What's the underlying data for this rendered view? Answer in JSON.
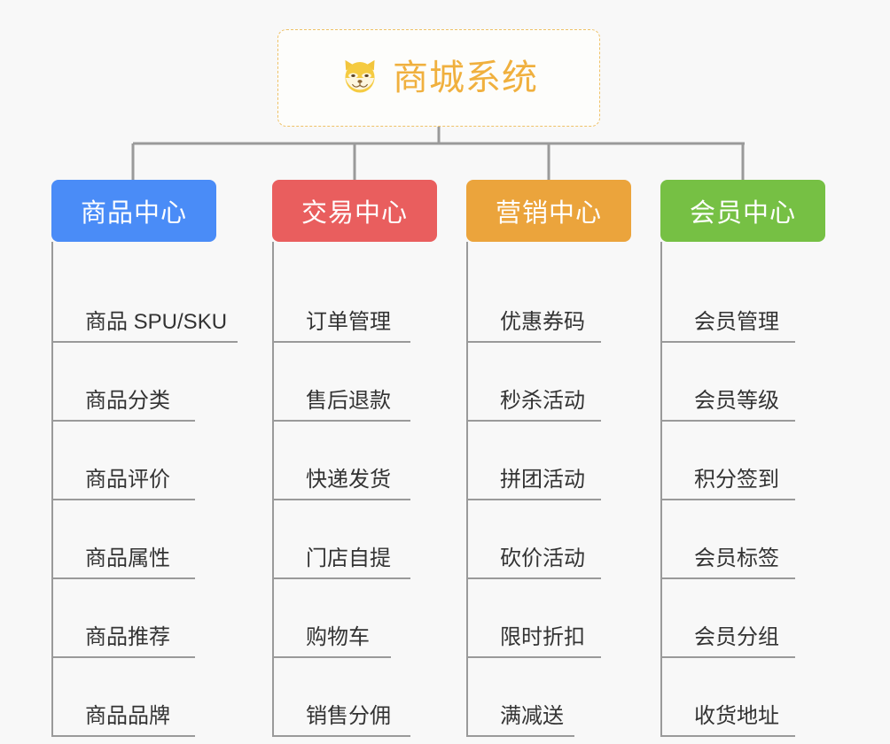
{
  "diagram": {
    "type": "org-chart-mindmap",
    "background_color": "#f8f8f8",
    "connector_color": "#9a9a9a",
    "root": {
      "title": "商城系统",
      "icon": "shiba-dog-face-icon",
      "text_color": "#f0b03e",
      "border_color": "#efc268",
      "background_color": "#fdfdfb"
    },
    "branches": [
      {
        "label": "商品中心",
        "color": "#4a8cf7",
        "items": [
          "商品 SPU/SKU",
          "商品分类",
          "商品评价",
          "商品属性",
          "商品推荐",
          "商品品牌"
        ]
      },
      {
        "label": "交易中心",
        "color": "#e95e5e",
        "items": [
          "订单管理",
          "售后退款",
          "快递发货",
          "门店自提",
          "购物车",
          "销售分佣"
        ]
      },
      {
        "label": "营销中心",
        "color": "#eba43c",
        "items": [
          "优惠券码",
          "秒杀活动",
          "拼团活动",
          "砍价活动",
          "限时折扣",
          "满减送"
        ]
      },
      {
        "label": "会员中心",
        "color": "#76c044",
        "items": [
          "会员管理",
          "会员等级",
          "积分签到",
          "会员标签",
          "会员分组",
          "收货地址"
        ]
      }
    ]
  }
}
